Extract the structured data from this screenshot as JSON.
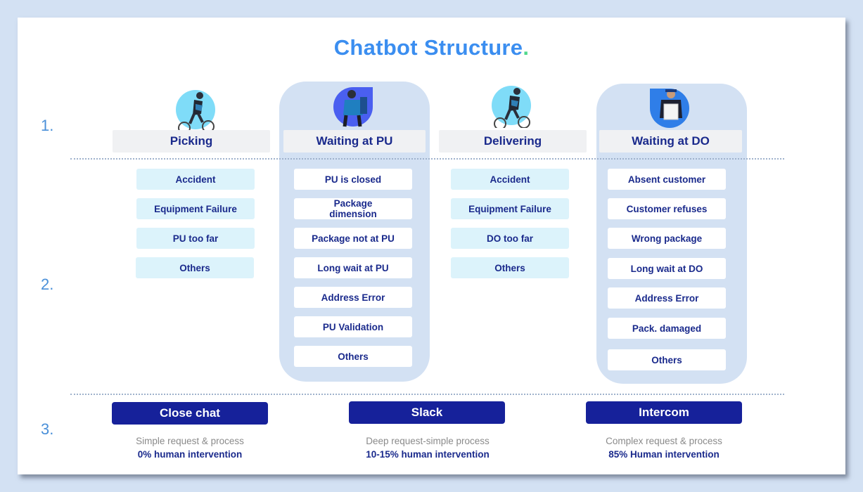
{
  "title": {
    "text": "Chatbot Structure",
    "dot": "."
  },
  "steps": [
    "1.",
    "2.",
    "3."
  ],
  "columns": [
    {
      "header": "Picking",
      "avatar": "courier-on-bike-icon",
      "items": [
        "Accident",
        "Equipment Failure",
        "PU  too far",
        "Others"
      ]
    },
    {
      "header": "Waiting at PU",
      "avatar": "courier-waiting-phone-icon",
      "items": [
        "PU is closed",
        "Package dimension",
        "Package not at PU",
        "Long wait at PU",
        "Address Error",
        "PU Validation",
        "Others"
      ]
    },
    {
      "header": "Delivering",
      "avatar": "courier-on-bike-icon",
      "items": [
        "Accident",
        "Equipment Failure",
        "DO too far",
        "Others"
      ]
    },
    {
      "header": "Waiting at DO",
      "avatar": "courier-holding-package-icon",
      "items": [
        "Absent customer",
        "Customer refuses",
        "Wrong package",
        "Long wait at DO",
        "Address Error",
        "Pack. damaged",
        "Others"
      ]
    }
  ],
  "channels": [
    {
      "label": "Close chat",
      "description": "Simple request & process",
      "intervention": "0% human intervention"
    },
    {
      "label": "Slack",
      "description": "Deep request-simple process",
      "intervention": "10-15% human intervention"
    },
    {
      "label": "Intercom",
      "description": "Complex request & process",
      "intervention": "85% Human intervention"
    }
  ],
  "colors": {
    "title": "#3b8ef0",
    "accent_dot": "#4fd88b",
    "navy": "#1a2a8c",
    "button": "#16219a",
    "panel": "#d3e1f3",
    "light_item": "#dcf3fb"
  }
}
